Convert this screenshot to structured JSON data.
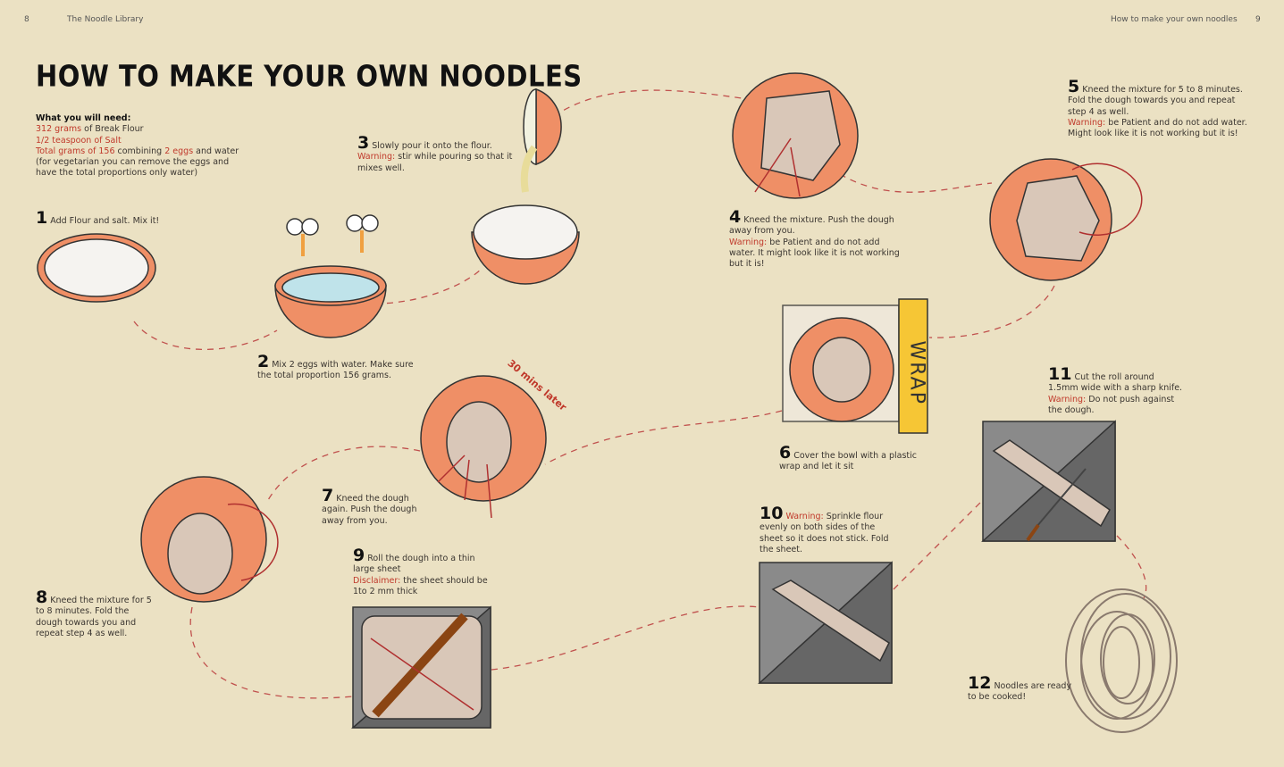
{
  "header": {
    "left_page": "8",
    "left_title": "The Noodle Library",
    "right_title": "How to make your own noodles",
    "right_page": "9"
  },
  "title": "HOW TO MAKE YOUR OWN NOODLES",
  "needs": {
    "heading": "What you will need:",
    "flour_amount": "312 grams",
    "flour_rest": " of Break Flour",
    "salt": "1/2 teaspoon of Salt",
    "total": "Total grams of 156",
    "combining": " combining ",
    "eggs": "2 eggs",
    "and_water": " and water",
    "note": "(for vegetarian you can remove the eggs and have the total proportions only water)"
  },
  "steps": [
    {
      "n": "1",
      "text": "Add Flour and salt. Mix it!"
    },
    {
      "n": "2",
      "text": "Mix 2 eggs with water. Make sure the total proportion 156 grams."
    },
    {
      "n": "3",
      "text": "Slowly pour it onto the flour.",
      "warn_label": "Warning:",
      "warn": " stir while pouring so that it mixes well."
    },
    {
      "n": "4",
      "text": "Kneed the mixture. Push the dough away from you.",
      "warn_label": "Warning:",
      "warn": " be Patient and do not add water. It might look like it is not working but it is!"
    },
    {
      "n": "5",
      "text": "Kneed the mixture for 5 to 8 minutes. Fold the dough towards you and repeat step 4 as well.",
      "warn_label": "Warning:",
      "warn": " be Patient and do not add water. Might look like it is not working but it is!"
    },
    {
      "n": "6",
      "text": "Cover the bowl with a plastic wrap and let it sit"
    },
    {
      "n": "7",
      "text": "Kneed the dough again. Push the dough away from you."
    },
    {
      "n": "8",
      "text": "Kneed the mixture for 5 to 8 minutes. Fold the dough towards you and repeat step 4 as well."
    },
    {
      "n": "9",
      "text": "Roll the dough into a thin large sheet",
      "warn_label": "Disclaimer:",
      "warn": " the sheet should be 1to 2 mm thick"
    },
    {
      "n": "10",
      "text": " Sprinkle flour evenly on both sides of the sheet so it does not stick. Fold the sheet.",
      "warn_label": "Warning:"
    },
    {
      "n": "11",
      "text": "Cut the roll around 1.5mm wide with a sharp knife.",
      "warn_label": "Warning:",
      "warn": " Do not push against the dough."
    },
    {
      "n": "12",
      "text": "Noodles are ready to be cooked!"
    }
  ],
  "wrap_label": "WRAP",
  "time_note": "30 mins later",
  "colors": {
    "bg": "#ebe1c3",
    "bowl": "#ef8f66",
    "dough": "#d9c7b8",
    "accent": "#c0392b"
  }
}
